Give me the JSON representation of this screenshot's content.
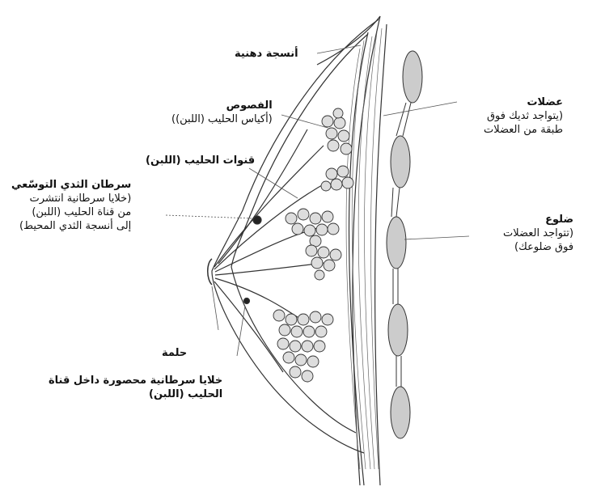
{
  "labels": {
    "fat": "أنسجة دهنية",
    "lobes_title": "الفصوص",
    "lobes_sub": "(أكياس الحليب (اللبن))",
    "ducts": "قنوات الحليب (اللبن)",
    "idc_title": "سرطان الثدي التوسّعي",
    "idc_1": "(خلايا سرطانية انتشرت",
    "idc_2": "من قناة الحليب (اللبن)",
    "idc_3": "إلى أنسجة الثدي المحيط)",
    "nipple": "حلمة",
    "dcis_1": "خلايا سرطانية محصورة داخل قناة",
    "dcis_2": "الحليب (اللبن)",
    "muscles_title": "عضلات",
    "muscles_1": "(يتواجد ثديك فوق",
    "muscles_2": "طبقة من العضلات",
    "ribs_title": "ضلوع",
    "ribs_1": "(تتواجد العضلات",
    "ribs_2": "فوق ضلوعك)"
  }
}
